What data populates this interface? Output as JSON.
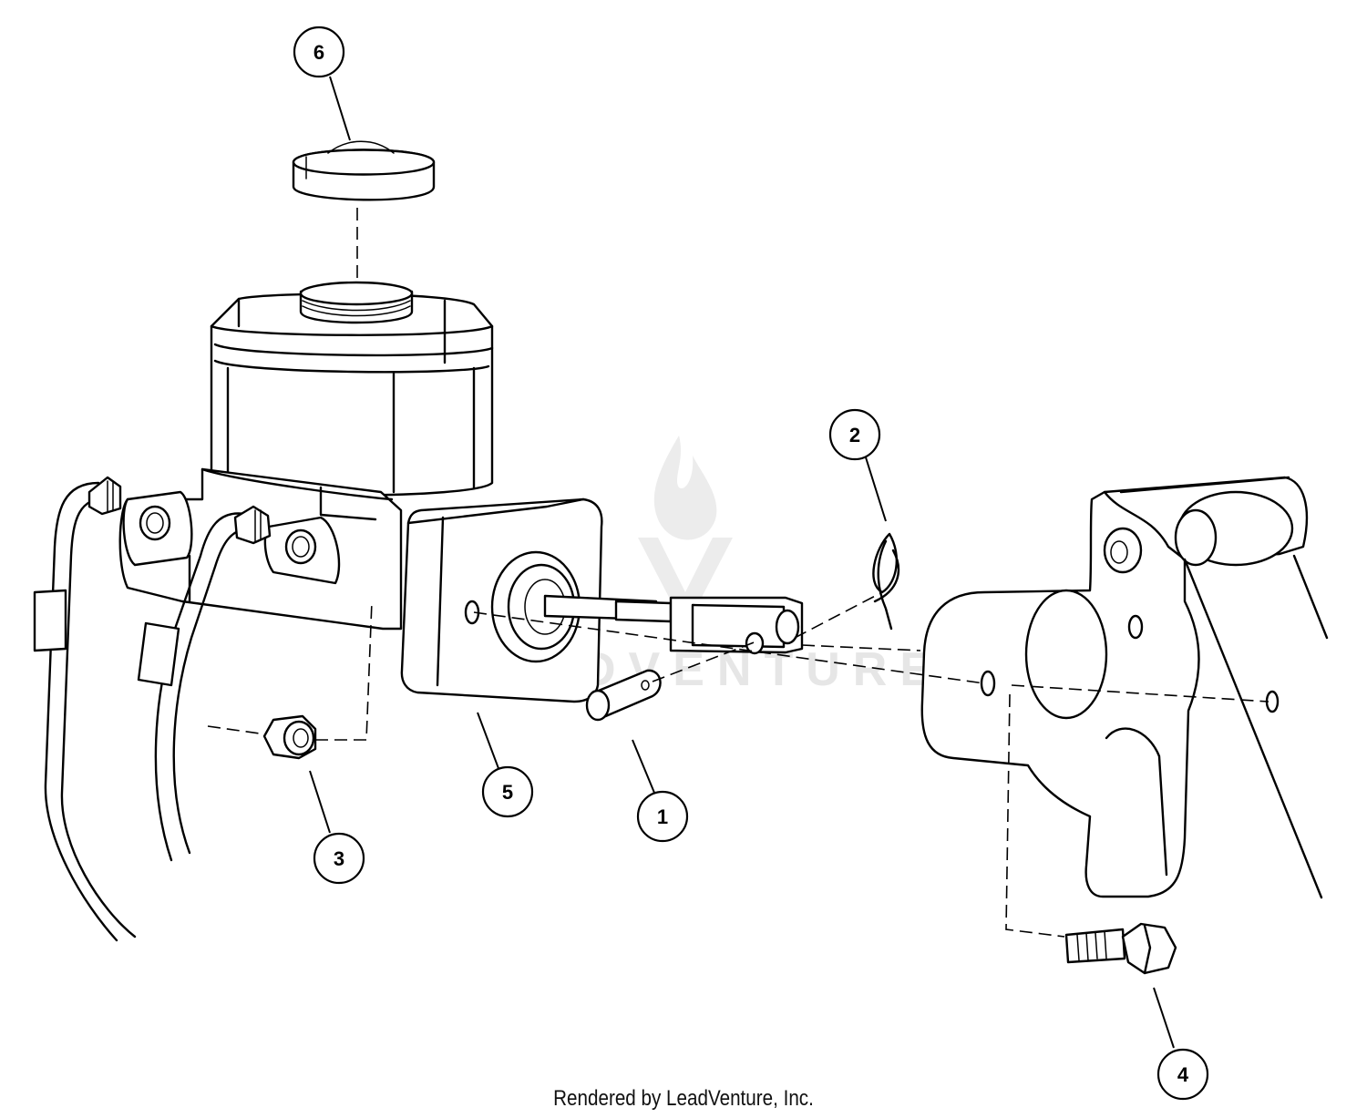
{
  "diagram": {
    "callouts": [
      {
        "id": "1",
        "label": "1"
      },
      {
        "id": "2",
        "label": "2"
      },
      {
        "id": "3",
        "label": "3"
      },
      {
        "id": "4",
        "label": "4"
      },
      {
        "id": "5",
        "label": "5"
      },
      {
        "id": "6",
        "label": "6"
      }
    ],
    "watermark": "LEADVENTURE",
    "footer": "Rendered by LeadVenture, Inc."
  }
}
